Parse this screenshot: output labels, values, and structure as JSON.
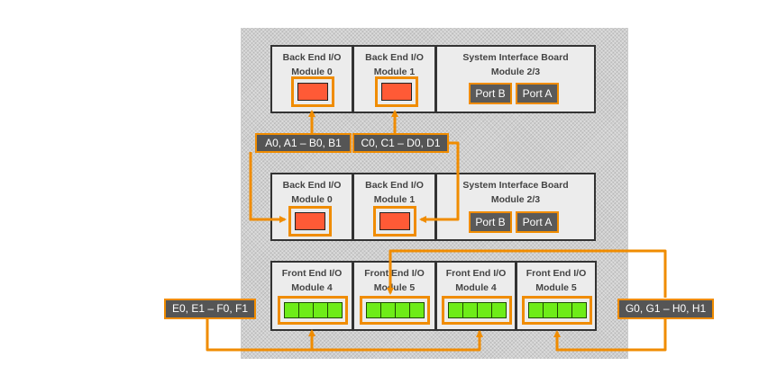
{
  "modules": {
    "be_io_0_title": "Back End I/O Module 0",
    "be_io_1_title": "Back End I/O Module 1",
    "sib_title": "System Interface Board Module 2/3",
    "fe_io_4_title": "Front End I/O Module 4",
    "fe_io_5_title": "Front End I/O Module 5"
  },
  "ports": {
    "port_b": "Port B",
    "port_a": "Port A"
  },
  "connections": {
    "a_b": "A0, A1 – B0, B1",
    "c_d": "C0, C1 – D0, D1",
    "e_f": "E0, E1 – F0, F1",
    "g_h": "G0, G1 – H0, H1"
  },
  "colors": {
    "accent": "#f08c00",
    "backend_port": "#ff5a36",
    "frontend_port": "#6eec18",
    "label_bg": "#555555"
  }
}
